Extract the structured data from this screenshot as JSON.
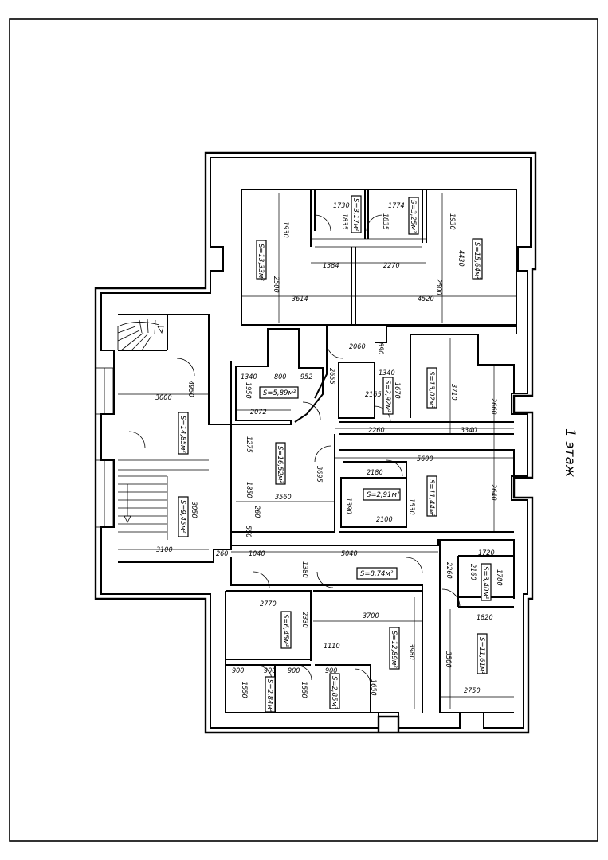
{
  "floor_label": "1 этаж",
  "watermark": "",
  "rooms": [
    {
      "id": "r1",
      "area": "S=13,33м²"
    },
    {
      "id": "r2",
      "area": "S=3,17м²"
    },
    {
      "id": "r3",
      "area": "S=3,25м²"
    },
    {
      "id": "r4",
      "area": "S=15,64м²"
    },
    {
      "id": "r5",
      "area": "S=14,85м²"
    },
    {
      "id": "r6",
      "area": "S=5,89м²"
    },
    {
      "id": "r7",
      "area": "S=2,92м²"
    },
    {
      "id": "r8",
      "area": "S=13,02м²"
    },
    {
      "id": "r9",
      "area": "S=16,52м²"
    },
    {
      "id": "r10",
      "area": "S=9,45м²"
    },
    {
      "id": "r11",
      "area": "S=2,91м²"
    },
    {
      "id": "r12",
      "area": "S=11,44м²"
    },
    {
      "id": "r13",
      "area": "S=8,74м²"
    },
    {
      "id": "r14",
      "area": "S=3,40м²"
    },
    {
      "id": "r15",
      "area": "S=6,45м²"
    },
    {
      "id": "r16",
      "area": "S=12,89м²"
    },
    {
      "id": "r17",
      "area": "S=11,61м²"
    },
    {
      "id": "r18",
      "area": "S=2,84м²"
    },
    {
      "id": "r19",
      "area": "S=2,85м²"
    }
  ],
  "dimensions": [
    "1930",
    "1730",
    "1835",
    "1774",
    "1835",
    "1930",
    "4430",
    "1384",
    "2270",
    "2500",
    "3614",
    "4520",
    "2500",
    "2060",
    "890",
    "1340",
    "800",
    "952",
    "2655",
    "1340",
    "1670",
    "2165",
    "3710",
    "2660",
    "1950",
    "2072",
    "4950",
    "3000",
    "2260",
    "3340",
    "1275",
    "5600",
    "3695",
    "2180",
    "1530",
    "2640",
    "1850",
    "260",
    "3560",
    "1390",
    "2100",
    "3050",
    "3100",
    "550",
    "260",
    "1040",
    "5040",
    "2260",
    "2160",
    "1720",
    "1780",
    "1380",
    "2770",
    "2330",
    "3700",
    "1820",
    "1110",
    "3980",
    "3500",
    "900",
    "900",
    "900",
    "900",
    "1550",
    "1550",
    "1650",
    "2750"
  ]
}
